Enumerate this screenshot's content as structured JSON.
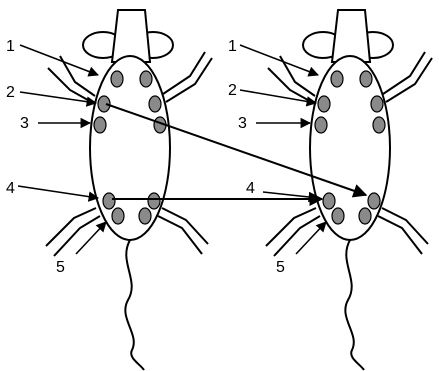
{
  "figure": {
    "left_animal": {
      "labels": [
        "1",
        "2",
        "3",
        "4",
        "5"
      ]
    },
    "right_animal": {
      "labels": [
        "1",
        "2",
        "3",
        "4",
        "5"
      ]
    }
  },
  "colors": {
    "outline": "#000000",
    "marker_fill": "#8a8a8a",
    "background": "#ffffff"
  }
}
